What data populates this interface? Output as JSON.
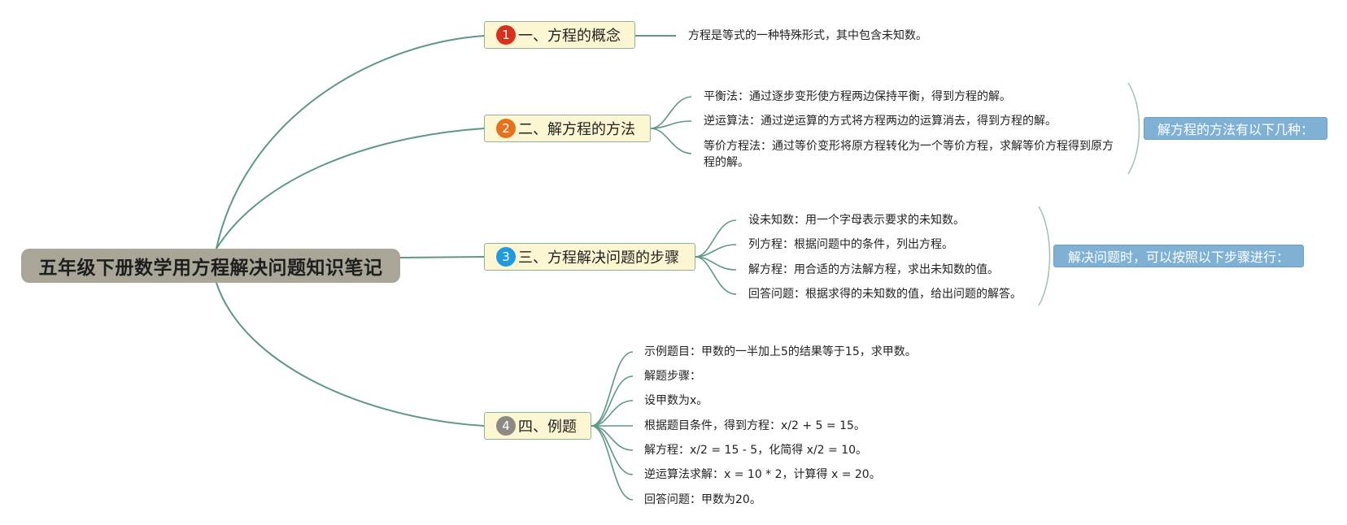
{
  "colors": {
    "branch": "#5e9883",
    "bracket": "#9ec2b3",
    "badge1": "#d9301b",
    "badge2": "#e3731f",
    "badge3": "#1f9ae0",
    "badge4": "#8d8a83"
  },
  "root": {
    "title": "五年级下册数学用方程解决问题知识笔记"
  },
  "topics": [
    {
      "number": "1",
      "title": "一、方程的概念",
      "items": [
        "方程是等式的一种特殊形式，其中包含未知数。"
      ]
    },
    {
      "number": "2",
      "title": "二、解方程的方法",
      "items": [
        "平衡法：通过逐步变形使方程两边保持平衡，得到方程的解。",
        "逆运算法：通过逆运算的方式将方程两边的运算消去，得到方程的解。",
        "等价方程法：通过等价变形将原方程转化为一个等价方程，求解等价方程得到原方程的解。"
      ],
      "summary": "解方程的方法有以下几种："
    },
    {
      "number": "3",
      "title": "三、方程解决问题的步骤",
      "items": [
        "设未知数：用一个字母表示要求的未知数。",
        "列方程：根据问题中的条件，列出方程。",
        "解方程：用合适的方法解方程，求出未知数的值。",
        "回答问题：根据求得的未知数的值，给出问题的解答。"
      ],
      "summary": "解决问题时，可以按照以下步骤进行："
    },
    {
      "number": "4",
      "title": "四、例题",
      "items": [
        "示例题目：甲数的一半加上5的结果等于15，求甲数。",
        "解题步骤：",
        "设甲数为x。",
        "根据题目条件，得到方程：x/2 + 5 = 15。",
        "解方程：x/2 = 15 - 5，化简得 x/2 = 10。",
        "逆运算法求解：x = 10 * 2，计算得 x = 20。",
        "回答问题：甲数为20。"
      ]
    }
  ]
}
